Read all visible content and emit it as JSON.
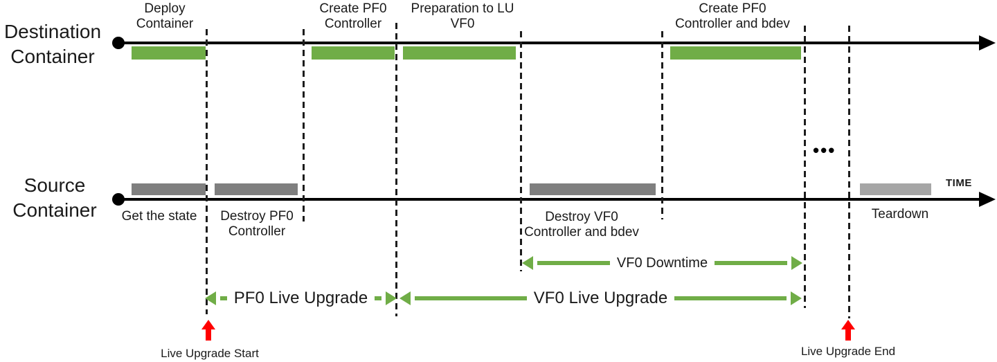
{
  "rows": {
    "destination": {
      "label": "Destination\nContainer"
    },
    "source": {
      "label": "Source\nContainer"
    }
  },
  "destination_phases": [
    {
      "label": "Deploy\nContainer"
    },
    {
      "label": "Create PF0\nController"
    },
    {
      "label": "Preparation to LU\nVF0"
    },
    {
      "label": "Create PF0\nController and bdev"
    }
  ],
  "source_phases": [
    {
      "label": "Get the state"
    },
    {
      "label": "Destroy PF0\nController"
    },
    {
      "label": "Destroy VF0\nController and bdev"
    },
    {
      "label": "Teardown"
    }
  ],
  "spans": {
    "pf0_live_upgrade": "PF0 Live Upgrade",
    "vf0_live_upgrade": "VF0 Live Upgrade",
    "vf0_downtime": "VF0 Downtime"
  },
  "markers": {
    "start": "Live Upgrade Start",
    "end": "Live Upgrade End"
  },
  "axis": {
    "time_label": "TIME",
    "ellipsis": "•••"
  },
  "colors": {
    "bar_green": "#70AD47",
    "bar_gray": "#7F7F7F",
    "bar_gray_light": "#A6A6A6",
    "arrow_green": "#70AD47",
    "marker_red": "#FF0000",
    "line_black": "#000000",
    "text": "#1A1A1A"
  }
}
